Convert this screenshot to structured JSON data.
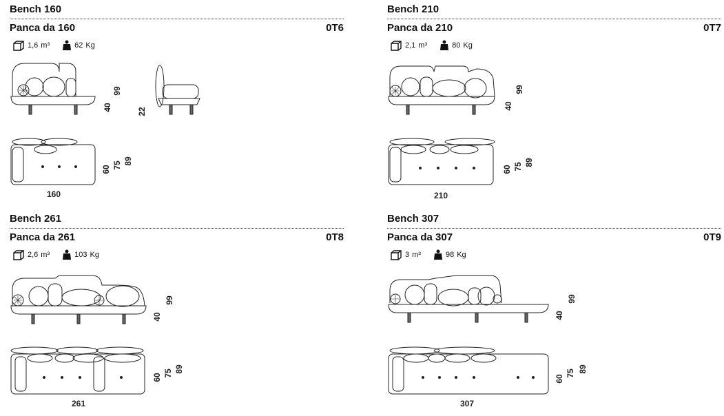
{
  "benches": [
    {
      "title_en": "Bench 160",
      "title_it": "Panca da 160",
      "code": "0T6",
      "volume": "1,6",
      "volume_unit": "m³",
      "weight": "62",
      "weight_unit": "Kg",
      "dims": {
        "height": "99",
        "seat": "40",
        "depth_seat": "60",
        "depth_mid": "75",
        "depth_total": "89",
        "length": "160",
        "leg": "22"
      }
    },
    {
      "title_en": "Bench 210",
      "title_it": "Panca da 210",
      "code": "0T7",
      "volume": "2,1",
      "volume_unit": "m³",
      "weight": "80",
      "weight_unit": "Kg",
      "dims": {
        "height": "99",
        "seat": "40",
        "depth_seat": "60",
        "depth_mid": "75",
        "depth_total": "89",
        "length": "210"
      }
    },
    {
      "title_en": "Bench 261",
      "title_it": "Panca da 261",
      "code": "0T8",
      "volume": "2,6",
      "volume_unit": "m³",
      "weight": "103",
      "weight_unit": "Kg",
      "dims": {
        "height": "99",
        "seat": "40",
        "depth_seat": "60",
        "depth_mid": "75",
        "depth_total": "89",
        "length": "261"
      }
    },
    {
      "title_en": "Bench 307",
      "title_it": "Panca da 307",
      "code": "0T9",
      "volume": "3",
      "volume_unit": "m³",
      "weight": "98",
      "weight_unit": "Kg",
      "dims": {
        "height": "99",
        "seat": "40",
        "depth_seat": "60",
        "depth_mid": "75",
        "depth_total": "89",
        "length": "307"
      }
    }
  ],
  "icons": {
    "volume": "box-icon",
    "weight": "weight-icon"
  }
}
